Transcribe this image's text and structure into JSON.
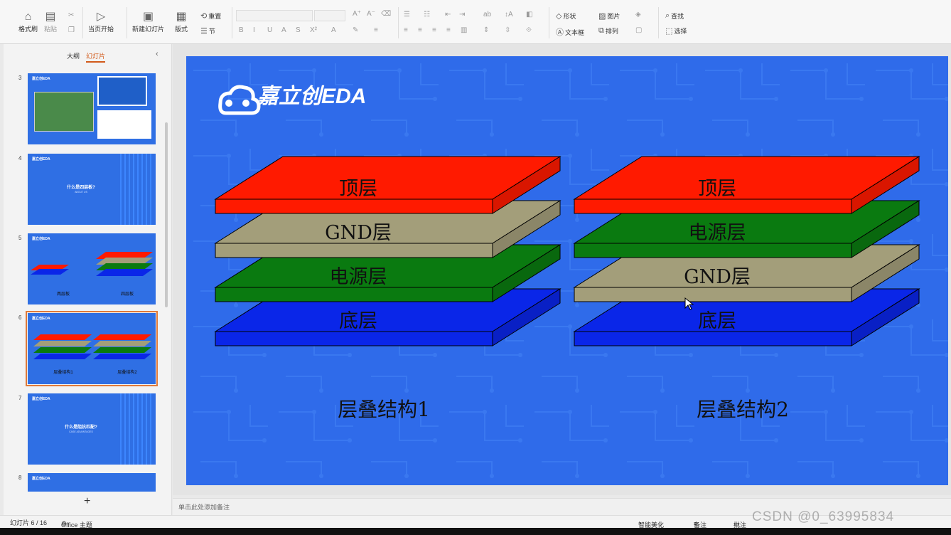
{
  "ribbon": {
    "format_painter": "格式刷",
    "paste": "粘贴",
    "start_from_current": "当页开始",
    "new_slide": "新建幻灯片",
    "layout": "版式",
    "reset": "重置",
    "section": "节",
    "shape": "形状",
    "picture": "图片",
    "textbox": "文本框",
    "arrange": "排列",
    "find": "查找",
    "select": "选择"
  },
  "left_pane": {
    "tab_outline": "大纲",
    "tab_slides": "幻灯片",
    "add_slide": "+",
    "thumbnails": [
      {
        "num": "3",
        "logo": "嘉立创EDA",
        "title": ""
      },
      {
        "num": "4",
        "logo": "嘉立创EDA",
        "title": "什么是四层板?",
        "sub": "ABOUT US"
      },
      {
        "num": "5",
        "logo": "嘉立创EDA",
        "caption_left": "两层板",
        "caption_right": "四层板"
      },
      {
        "num": "6",
        "logo": "嘉立创EDA",
        "caption_left": "层叠结构1",
        "caption_right": "层叠结构2"
      },
      {
        "num": "7",
        "logo": "嘉立创EDA",
        "title": "什么是阻抗匹配?",
        "sub": "CASE ADVANTAGES"
      },
      {
        "num": "8",
        "logo": "嘉立创EDA",
        "title": ""
      }
    ]
  },
  "slide": {
    "logo": "嘉立创EDA",
    "stack1": {
      "layers": [
        "顶层",
        "GND层",
        "电源层",
        "底层"
      ],
      "caption": "层叠结构1"
    },
    "stack2": {
      "layers": [
        "顶层",
        "电源层",
        "GND层",
        "底层"
      ],
      "caption": "层叠结构2"
    }
  },
  "notes": {
    "placeholder": "单击此处添加备注"
  },
  "status": {
    "slide_counter": "幻灯片 6 / 16",
    "theme": "Office 主题",
    "smart_beautify": "智能美化",
    "notes": "备注",
    "comment": "批注"
  },
  "watermark": "CSDN @0_63995834",
  "colors": {
    "top": "#ff1a00",
    "gnd": "#a39e7a",
    "power": "#0a7a10",
    "bottom": "#0a26e8",
    "slide_bg": "#2f6bea"
  }
}
